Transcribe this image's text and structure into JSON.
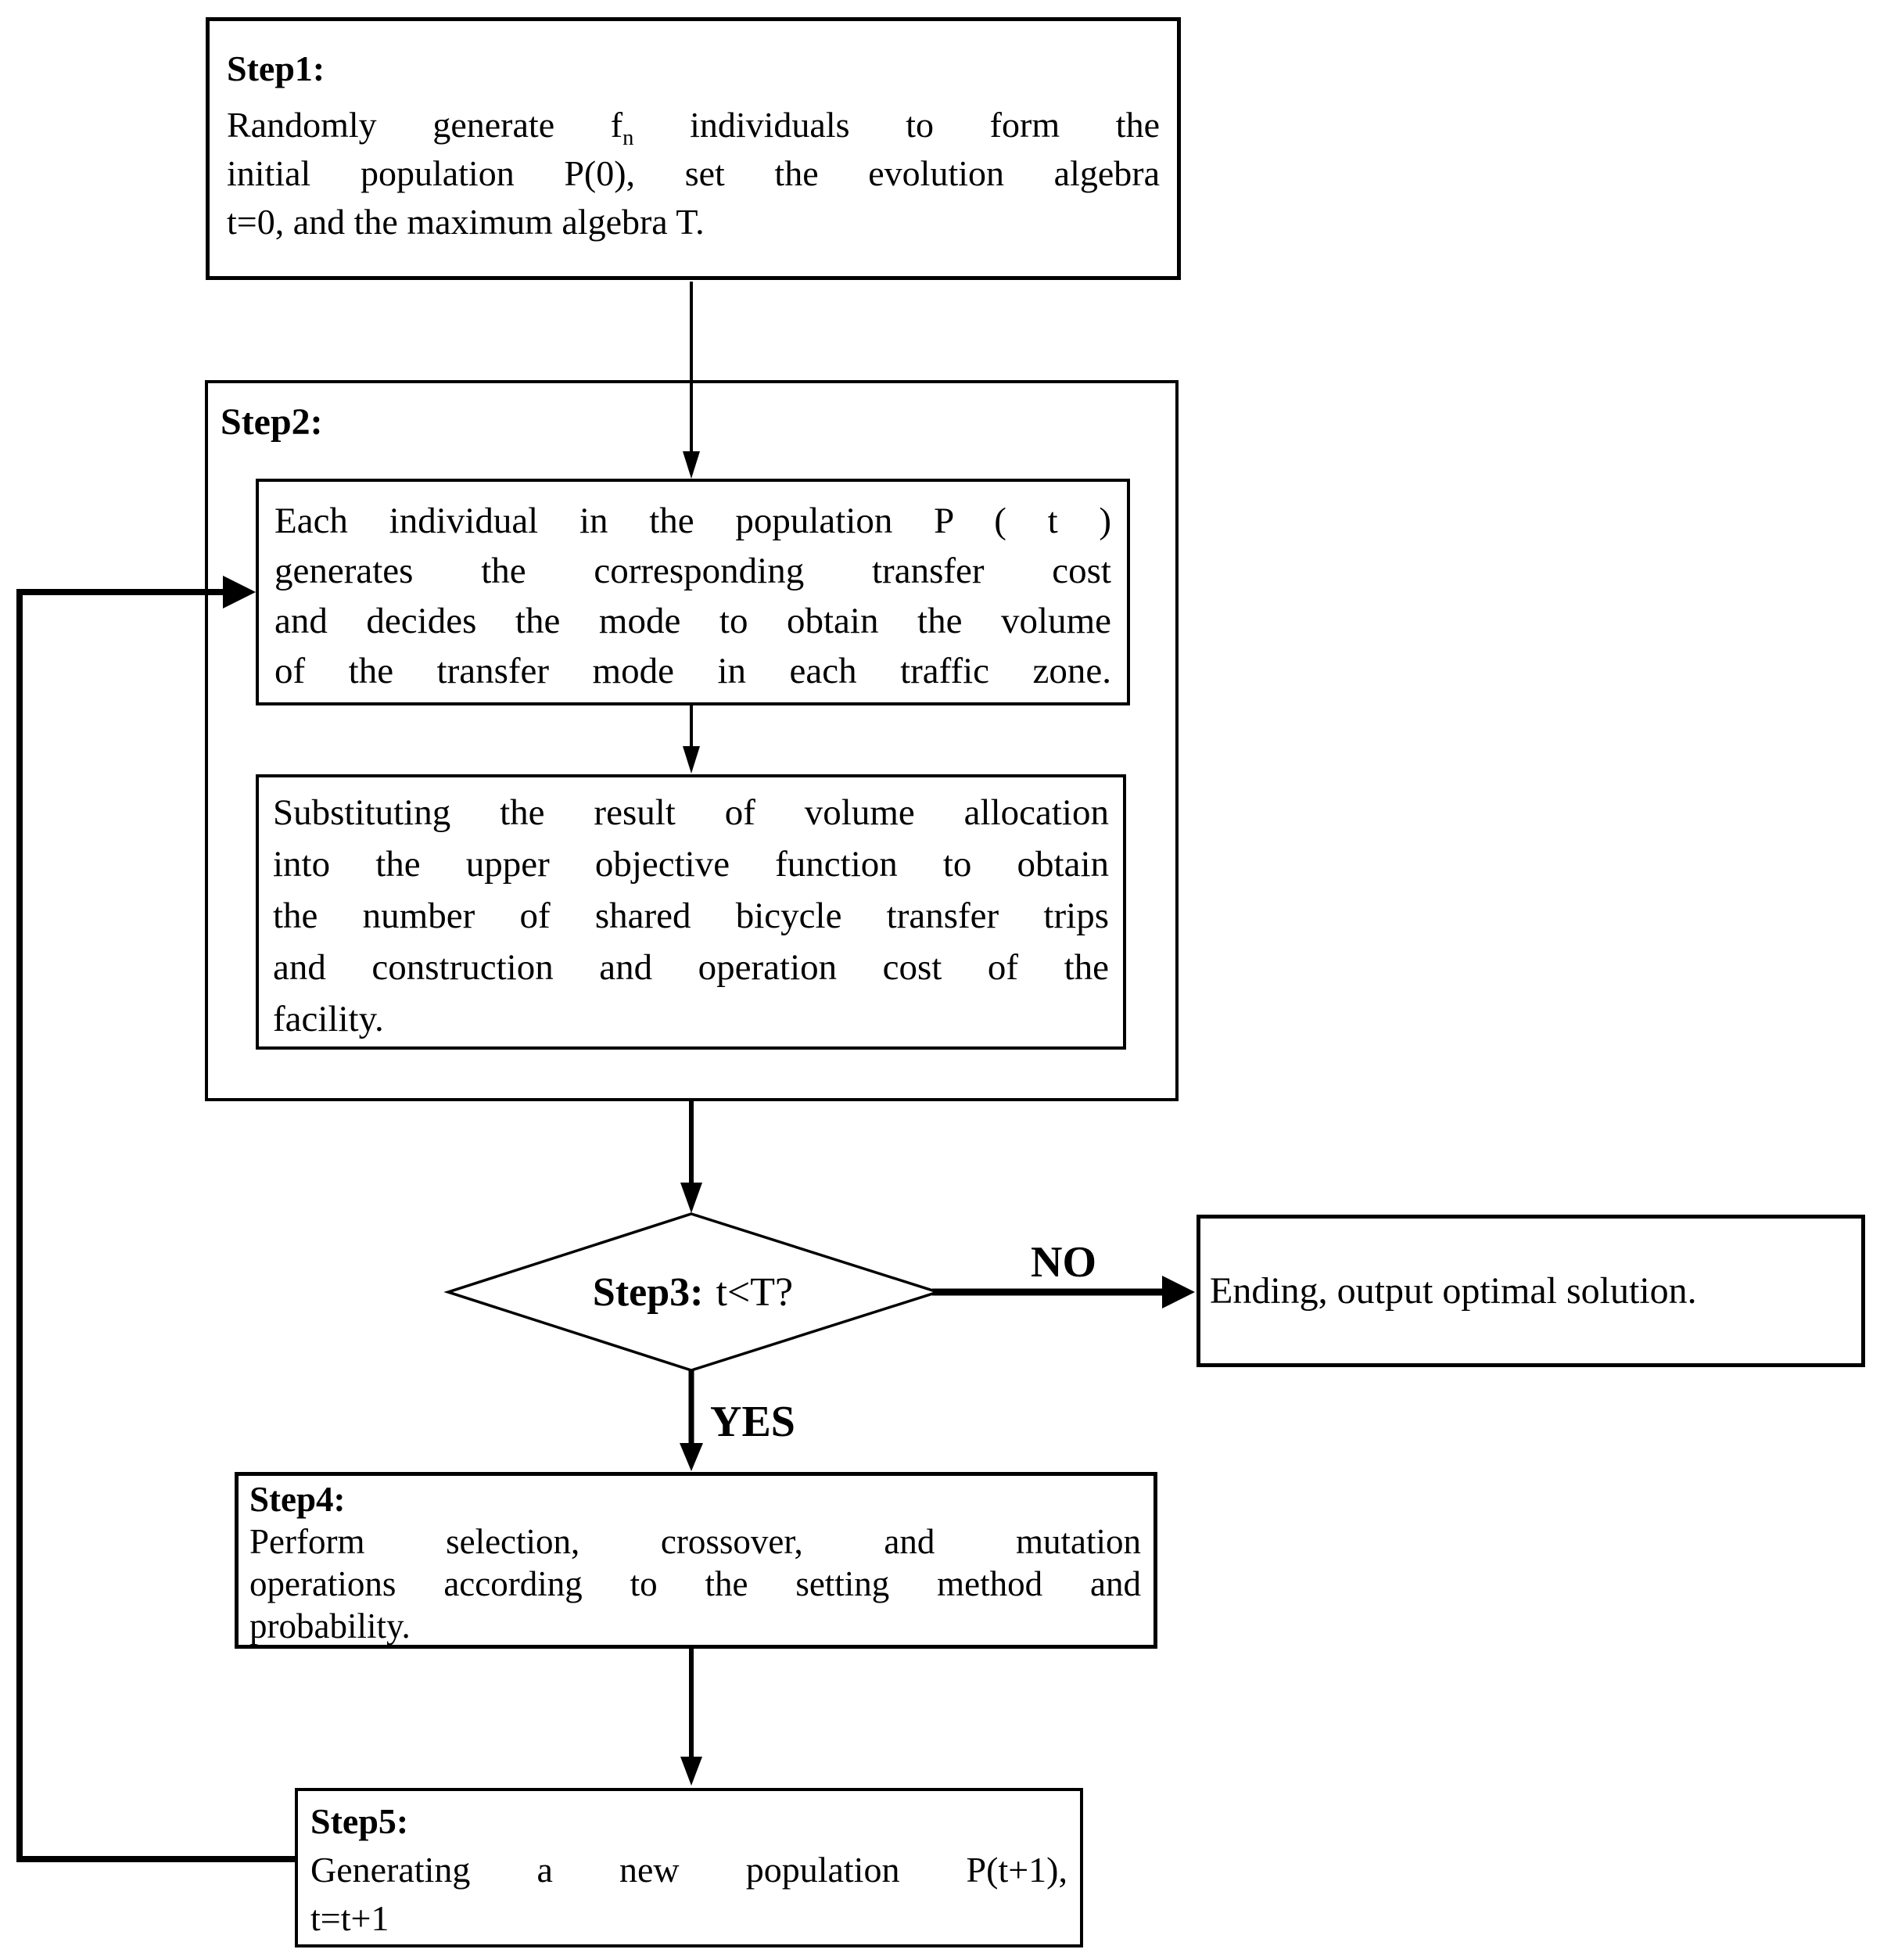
{
  "colors": {
    "ink": "#000000",
    "paper": "#ffffff"
  },
  "flowchart": {
    "step1": {
      "label": "Step1:",
      "lines": [
        [
          "Randomly generate f",
          {
            "t": "n",
            "sub": true
          },
          " individuals to form the"
        ],
        "initial population P(0), set the evolution algebra",
        "t=0, and the maximum algebra T."
      ]
    },
    "step2": {
      "label": "Step2:"
    },
    "box2a": {
      "lines": [
        "Each individual in the population P ( t )",
        "generates the corresponding transfer cost",
        "and decides the mode to obtain the volume",
        "of the transfer mode in each traffic zone."
      ]
    },
    "box2b": {
      "lines": [
        "Substituting the result of volume allocation",
        "into the upper objective function to obtain",
        "the number of shared bicycle transfer trips",
        "and construction and operation cost of the",
        "facility."
      ]
    },
    "step3": {
      "label": "Step3:",
      "condition": "t<T?"
    },
    "branch": {
      "no": "NO",
      "yes": "YES"
    },
    "ending": {
      "text": "Ending, output optimal solution."
    },
    "step4": {
      "label": "Step4:",
      "lines": [
        "Perform selection, crossover, and mutation",
        "operations according to the setting method and",
        "probability."
      ]
    },
    "step5": {
      "label": "Step5:",
      "lines": [
        "Generating a new population P(t+1),",
        "t=t+1"
      ]
    }
  }
}
